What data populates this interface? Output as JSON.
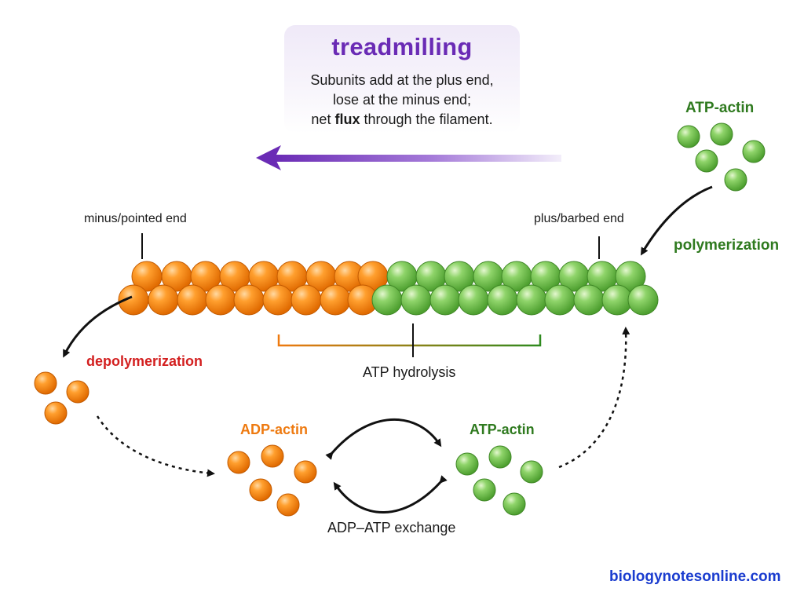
{
  "title": "treadmilling",
  "description": {
    "line1": "Subunits add at the plus end,",
    "line2": "lose at the minus end;",
    "line3_before": "net ",
    "line3_bold": "flux",
    "line3_after": " through the filament."
  },
  "labels": {
    "minus_end": "minus/pointed end",
    "plus_end": "plus/barbed end",
    "atp_actin_top": "ATP-actin",
    "polymerization": "polymerization",
    "depolymerization": "depolymerization",
    "atp_hydrolysis": "ATP hydrolysis",
    "adp_actin": "ADP-actin",
    "atp_actin_bottom": "ATP-actin",
    "exchange": "ADP–ATP exchange",
    "watermark": "biologynotesonline.com"
  },
  "colors": {
    "title_purple": "#6a2bb5",
    "atp_green": "#2f7a1f",
    "adp_orange": "#ee7a10",
    "depoly_red": "#d31f1f",
    "watermark_blue": "#1a3ccf"
  }
}
